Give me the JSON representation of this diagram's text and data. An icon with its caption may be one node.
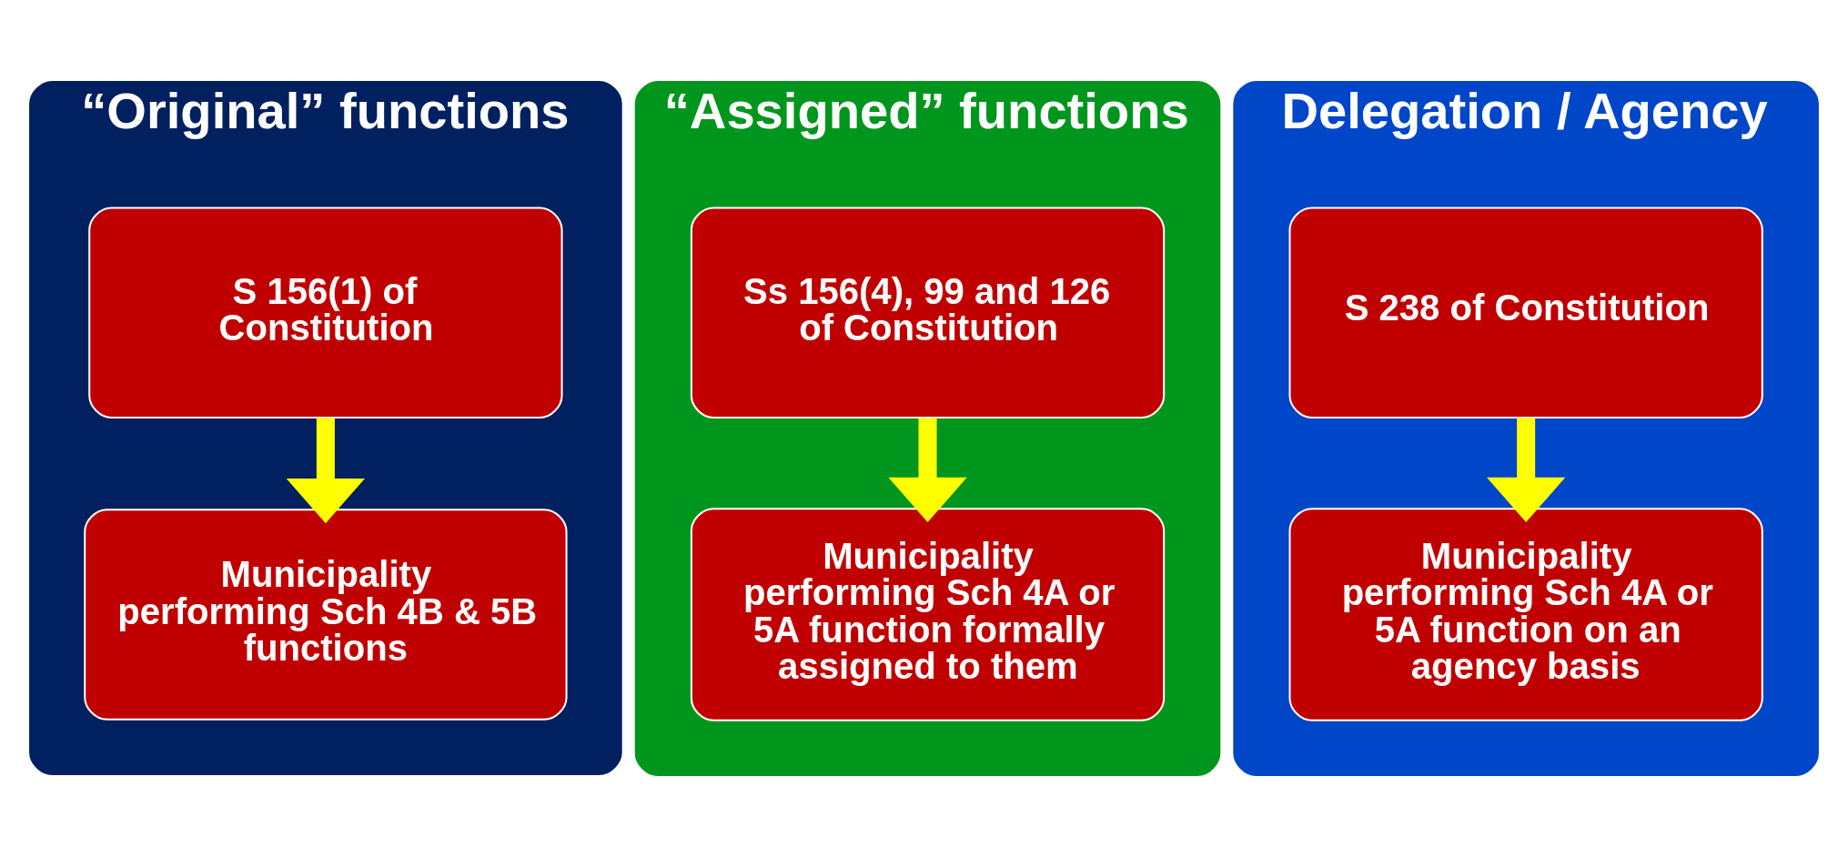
{
  "diagram": {
    "nodes": [
      {
        "text": [
          "“Original” functions"
        ]
      },
      {
        "text": [
          "S 156(1) of Constitution"
        ],
        "in": 0
      },
      {
        "text": [
          "Municipality performing Sch 4B & 5B functions"
        ],
        "in": 0
      },
      {
        "text": [
          "“Assigned” functions"
        ]
      },
      {
        "text": [
          "Ss 156(4), 99 and 126 of Constitution"
        ],
        "in": 3
      },
      {
        "text": [
          "Municipality performing Sch 4A or 5A function formally assigned to them"
        ],
        "in": 3
      },
      {
        "text": [
          "Delegation / Agency"
        ]
      },
      {
        "text": [
          "S 238 of Constitution"
        ],
        "in": 6
      },
      {
        "text": [
          "Municipality performing Sch 4A or 5A function on an agency basis"
        ],
        "in": 6
      }
    ],
    "edges": [
      {
        "from": 1,
        "to": 2,
        "arrow": "to"
      },
      {
        "from": 4,
        "to": 5,
        "arrow": "to"
      },
      {
        "from": 7,
        "to": 8,
        "arrow": "to"
      }
    ]
  }
}
